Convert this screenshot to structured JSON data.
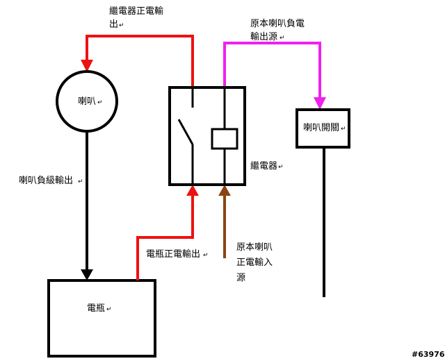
{
  "labels": {
    "relay_pos_out_line1": "繼電器正電輸",
    "relay_pos_out_line2": "出",
    "horn_neg_src_line1": "原本喇叭負電",
    "horn_neg_src_line2": "輸出源",
    "horn": "喇叭",
    "horn_switch": "喇叭開關",
    "relay": "繼電器",
    "horn_neg_out": "喇叭負級輸出",
    "battery_pos_out": "電瓶正電輸出",
    "horn_pos_in_line1": "原本喇叭",
    "horn_pos_in_line2": "正電輸入",
    "horn_pos_in_line3": "源",
    "battery": "電瓶"
  },
  "watermark": "#63976",
  "para_mark": "↵",
  "colors": {
    "red": "#ee1111",
    "magenta": "#ee22ee",
    "brown": "#8b4513",
    "black": "#000000"
  }
}
